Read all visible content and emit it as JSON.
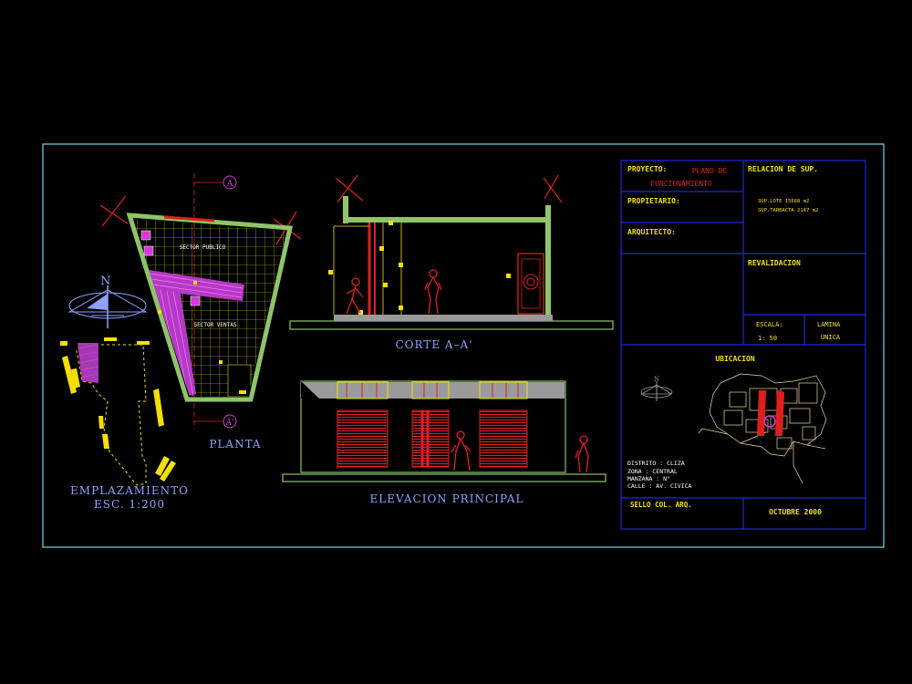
{
  "colors": {
    "background": "#000000",
    "frame": "#7fd6e6",
    "grid": "#e8e000",
    "wall": "#8fc46a",
    "magenta": "#d53ad6",
    "red": "#e11e1e",
    "yellow": "#f4e000",
    "blue_frame": "#1f2ad6",
    "label_blue": "#8fa0ff",
    "green_text": "#36e23a",
    "title_yellow": "#f4e000",
    "white": "#ffffff",
    "gray": "#9a9a9a"
  },
  "emplazamiento": {
    "north": "N",
    "title": "EMPLAZAMIENTO",
    "scale": "ESC.  1:200"
  },
  "planta": {
    "title": "PLANTA",
    "cut_marker_top": "A",
    "cut_marker_bottom": "A'",
    "sector_publico": "SECTOR  PUBLICO",
    "sector_ventas": "SECTOR  VENTAS"
  },
  "corte": {
    "title": "CORTE  A–A'"
  },
  "elevacion": {
    "title": "ELEVACION  PRINCIPAL"
  },
  "title_block": {
    "proyecto_label": "PROYECTO:",
    "proyecto_value_1": "PLANO DE",
    "proyecto_value_2": "FUNCIONAMIENTO",
    "relacion_label": "RELACION  DE  SUP.",
    "sup_lote": "SUP.LOTE     15668 m2",
    "sup_tarbacta": "SUP.TARBACTA     2147 m2",
    "propietario_label": "PROPIETARIO:",
    "arquitecto_label": "ARQUITECTO:",
    "revalidacion_label": "REVALIDACION",
    "escala_label": "ESCALA:",
    "escala_value": "1: 50",
    "lamina_label": "LAMINA",
    "lamina_value": "UNICA",
    "ubicacion_label": "UBICACION",
    "north": "N",
    "distrito": "DISTRITO : CLIZA",
    "zona": "ZONA : CENTRAL",
    "manzana": "MANZANA : N°",
    "calle": "CALLE : AV. CIVICA",
    "sello_label": "SELLO  COL.  ARQ.",
    "fecha": "OCTUBRE  2000"
  }
}
